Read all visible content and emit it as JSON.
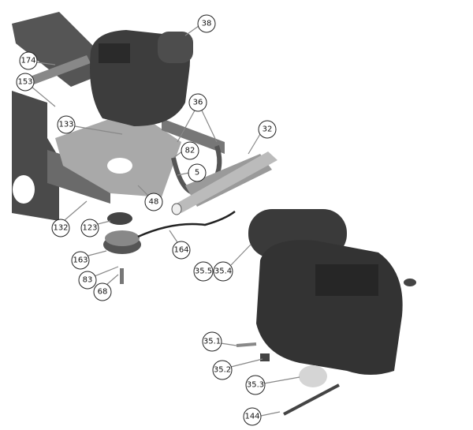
{
  "diagram": {
    "callouts": {
      "c38": "38",
      "c174": "174",
      "c153": "153",
      "c36": "36",
      "c133": "133",
      "c32": "32",
      "c82": "82",
      "c5": "5",
      "c48": "48",
      "c132": "132",
      "c123": "123",
      "c164": "164",
      "c163": "163",
      "c83": "83",
      "c68": "68",
      "c355": "35.5",
      "c354": "35.4",
      "c351": "35.1",
      "c352": "35.2",
      "c353": "35.3",
      "c144": "144"
    }
  }
}
